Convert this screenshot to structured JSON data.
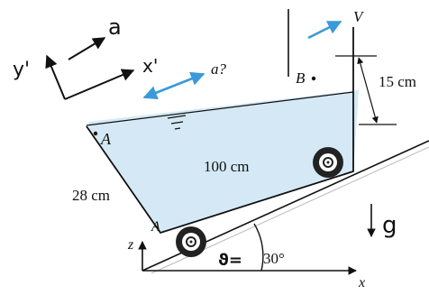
{
  "labels": {
    "velocity": "V",
    "accel_question": "a?",
    "point_b": "B",
    "point_a": "A",
    "point_a_hand": "A",
    "length": "100 cm",
    "depth": "28 cm",
    "height_diff": "15 cm",
    "angle": "30°",
    "theta": "ϑ=",
    "gravity": "g",
    "axis_x": "x",
    "axis_z": "z",
    "hand_a": "a",
    "hand_x": "x'",
    "hand_y": "y'"
  },
  "colors": {
    "water": "#d4e9f5",
    "arrow_blue": "#3a9ad9",
    "ink": "#111111"
  }
}
